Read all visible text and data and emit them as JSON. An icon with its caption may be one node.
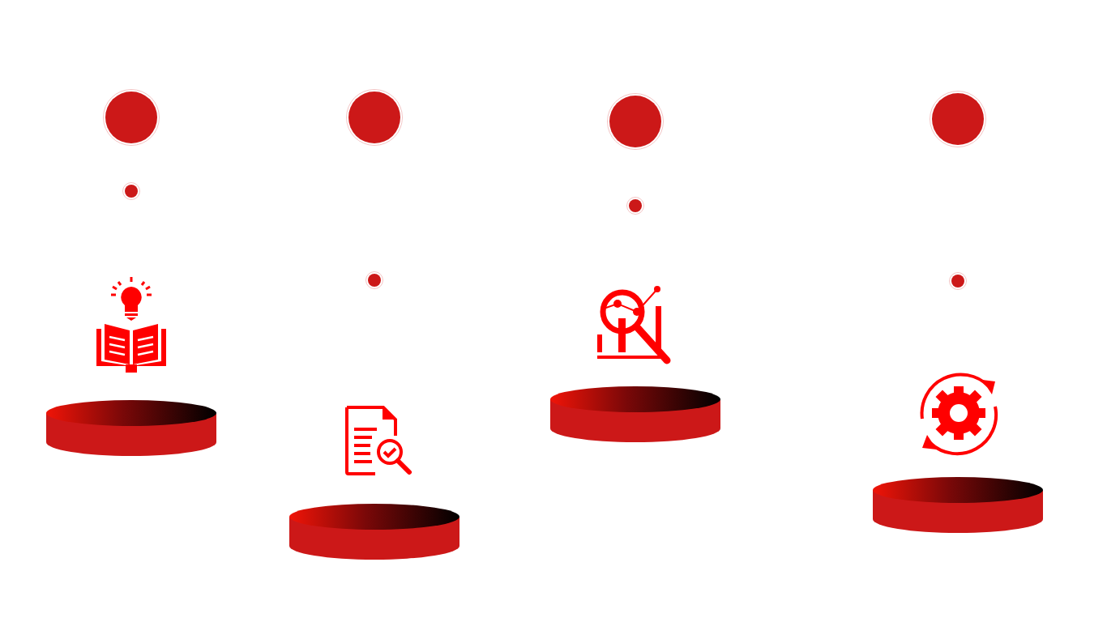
{
  "diagram": {
    "nodes": [
      {
        "text": [],
        "shape": "circle"
      },
      {
        "text": [],
        "shape": "circle"
      },
      {
        "text": [],
        "shape": "circle"
      },
      {
        "text": [],
        "shape": "circle"
      },
      {
        "text": [],
        "shape": "circle"
      },
      {
        "text": [],
        "shape": "circle"
      },
      {
        "text": [],
        "shape": "circle"
      },
      {
        "text": [],
        "shape": "circle"
      },
      {
        "text": [],
        "shape": "picture"
      },
      {
        "text": [],
        "shape": "picture"
      },
      {
        "text": [],
        "shape": "picture"
      },
      {
        "text": [],
        "shape": "picture"
      },
      {
        "text": [],
        "shape": "cylinder"
      },
      {
        "text": [],
        "shape": "cylinder"
      },
      {
        "text": [],
        "shape": "cylinder"
      },
      {
        "text": [],
        "shape": "cylinder"
      }
    ]
  }
}
